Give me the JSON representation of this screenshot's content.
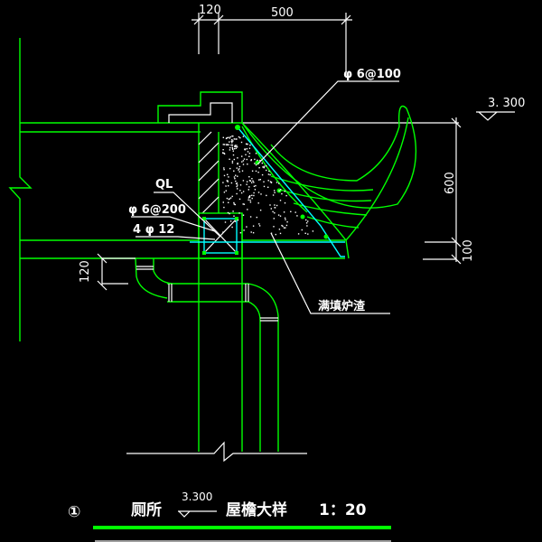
{
  "drawing": {
    "title": {
      "number": "①",
      "name_part1": "厕所",
      "elevation": "3.300",
      "name_part2": "屋檐大样",
      "scale": "1：20",
      "underline_color": "#00ff00"
    },
    "dimensions": {
      "top_left": "120",
      "top_right": "500",
      "right_height": "600",
      "right_bottom": "100",
      "left_beam_depth": "120"
    },
    "elevation_mark": "3. 300",
    "labels": {
      "rebar_top": "φ 6@100",
      "ring_beam": "QL",
      "stirrups": "φ 6@200",
      "main_bars": "4 φ 12",
      "fill": "满填炉渣"
    },
    "colors": {
      "structure": "#00ff00",
      "annotation": "#ffffff",
      "rebar": "#00ffff",
      "background": "#000000"
    }
  }
}
